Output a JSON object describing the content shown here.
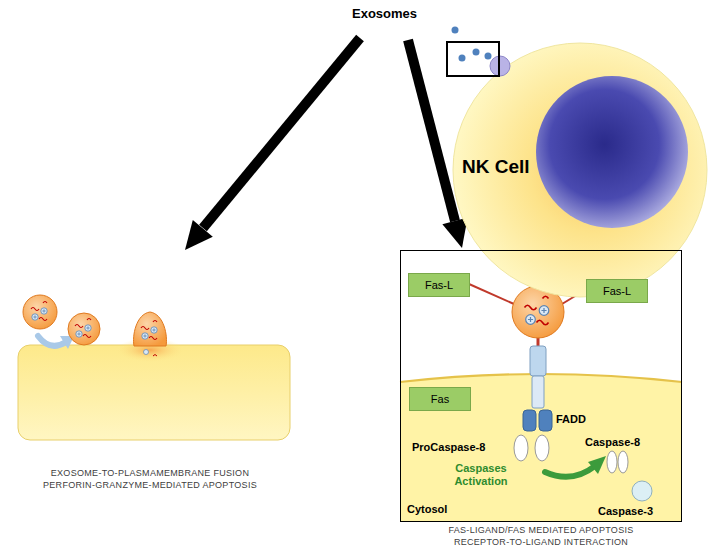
{
  "diagram": {
    "nodes": [
      {
        "text": [
          "NK Cell"
        ]
      },
      {
        "text": [
          "Cytosol"
        ]
      },
      {
        "text": [
          "Fas-L"
        ],
        "in": 1
      },
      {
        "text": [
          "Fas-L"
        ],
        "in": 1
      },
      {
        "text": [
          "Fas"
        ],
        "in": 1
      }
    ],
    "labels": [
      "Exosomes",
      "EXOSOME-TO-PLASMAMEMBRANE FUSION",
      "PERFORIN-GRANZYME-MEDIATED APOPTOSIS",
      "FADD",
      "ProCaspase-8",
      "Caspase-8",
      "Caspases Activation",
      "Caspase-3",
      "FAS-LIGAND/FAS MEDIATED APOPTOSIS",
      "RECEPTOR-TO-LIGAND INTERACTION"
    ]
  }
}
